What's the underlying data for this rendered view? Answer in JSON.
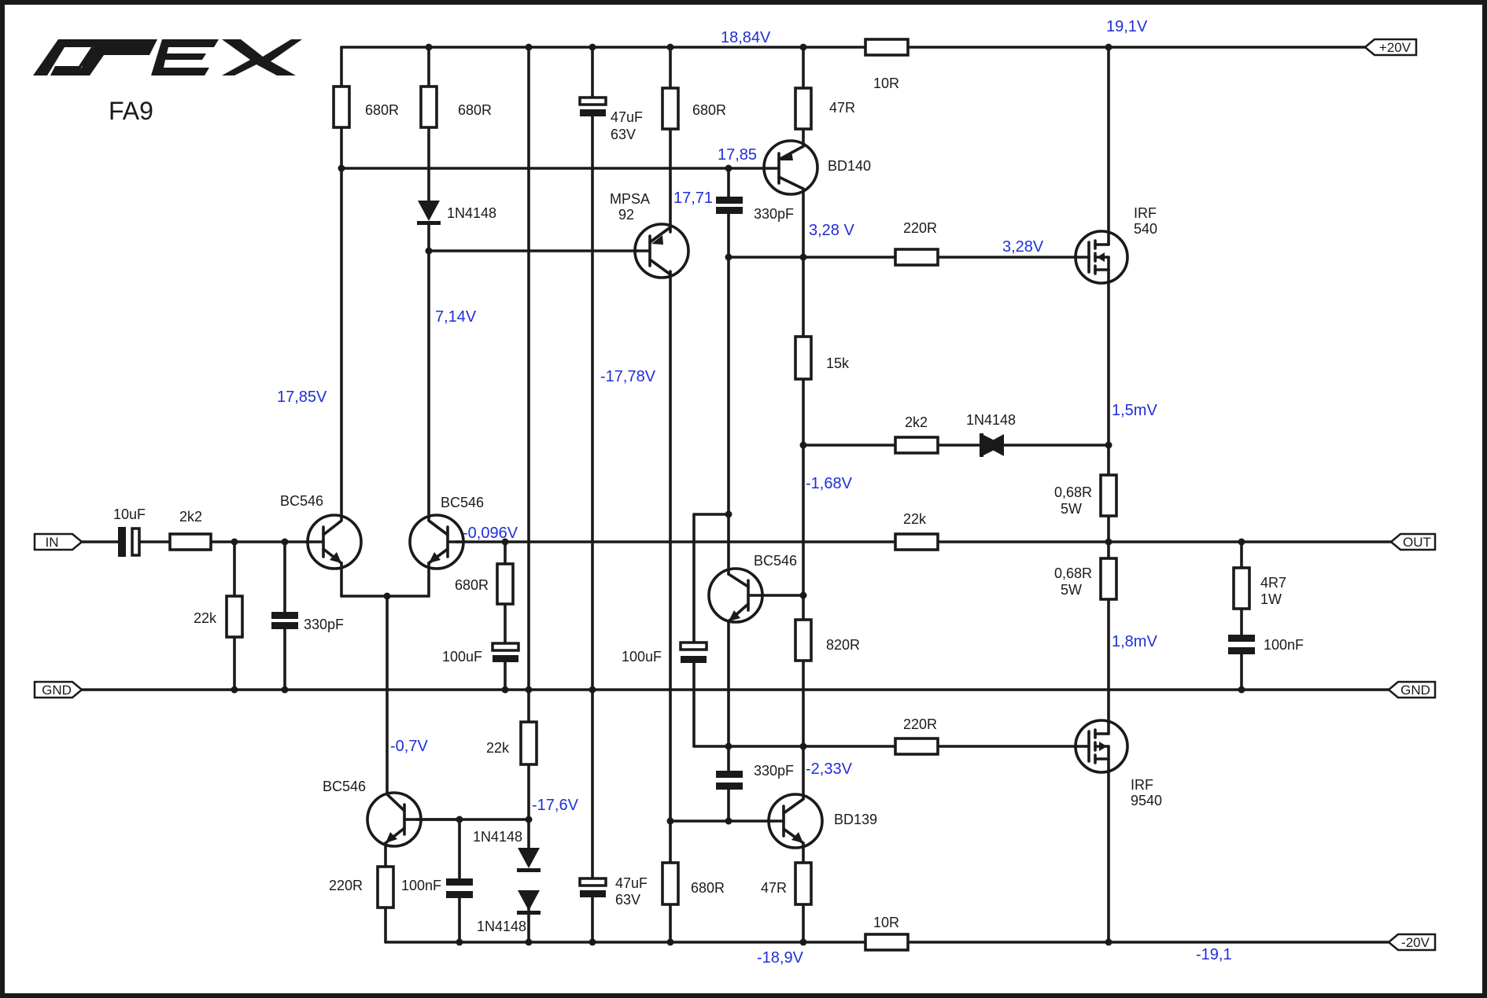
{
  "brand": "APEX",
  "model": "FA9",
  "ports": {
    "in": "IN",
    "gnd_left": "GND",
    "gnd_right": "GND",
    "out": "OUT",
    "vpos": "+20V",
    "vneg": "-20V"
  },
  "components": {
    "c_in": "10uF",
    "r_in": "2k2",
    "r_bias": "22k",
    "c_in_filter": "330pF",
    "q1": "BC546",
    "q2": "BC546",
    "r_tail1": "680R",
    "r_tail2": "680R",
    "d1": "1N4148",
    "c_bulk_top_v": "47uF",
    "c_bulk_top_r": "63V",
    "r_vas_load": "680R",
    "q_mpsa_1": "MPSA",
    "q_mpsa_2": "92",
    "r_47_top": "47R",
    "q_bd140": "BD140",
    "c_comp_top": "330pF",
    "r_10_top": "10R",
    "r_220_top": "220R",
    "q_irf540_1": "IRF",
    "q_irf540_2": "540",
    "r_15k": "15k",
    "r_2k2_fb": "2k2",
    "d_fb": "1N4148",
    "r_068_top_1": "0,68R",
    "r_068_top_2": "5W",
    "r_fb": "22k",
    "r_068_bot_1": "0,68R",
    "r_068_bot_2": "5W",
    "r_zobel_1": "4R7",
    "r_zobel_2": "1W",
    "c_zobel": "100nF",
    "r_680_fb": "680R",
    "c_100u_fb": "100uF",
    "c_100u_vbe": "100uF",
    "q_vbe": "BC546",
    "r_820": "820R",
    "r_220_bot": "220R",
    "q_irf9540_1": "IRF",
    "q_irf9540_2": "9540",
    "q_cs": "BC546",
    "r_22k_cs": "22k",
    "d_cs1": "1N4148",
    "d_cs2": "1N4148",
    "c_cs": "100nF",
    "r_cs": "220R",
    "c_bulk_bot_v": "47uF",
    "c_bulk_bot_r": "63V",
    "r_680_bot": "680R",
    "c_comp_bot": "330pF",
    "q_bd139": "BD139",
    "r_47_bot": "47R",
    "r_10_bot": "10R"
  },
  "voltages": {
    "v_top_rail_in": "18,84V",
    "v_top_rail_out": "19,1V",
    "v_bd140_b": "17,85",
    "v_mpsa_c": "17,71",
    "v_bd140_c": "3,28 V",
    "v_irf_gate": "3,28V",
    "v_diode_node": "7,14V",
    "v_mpsa_e": "-17,78V",
    "v_q1_c": "17,85V",
    "v_out_top": "1,5mV",
    "v_vbe_node": "-1,68V",
    "v_q2_b": "-0,096V",
    "v_out_bot": "1,8mV",
    "v_tail": "-0,7V",
    "v_cs_ref": "-17,6V",
    "v_bd139_c": "-2,33V",
    "v_bot_rail_in": "-18,9V",
    "v_bot_rail_out": "-19,1"
  }
}
